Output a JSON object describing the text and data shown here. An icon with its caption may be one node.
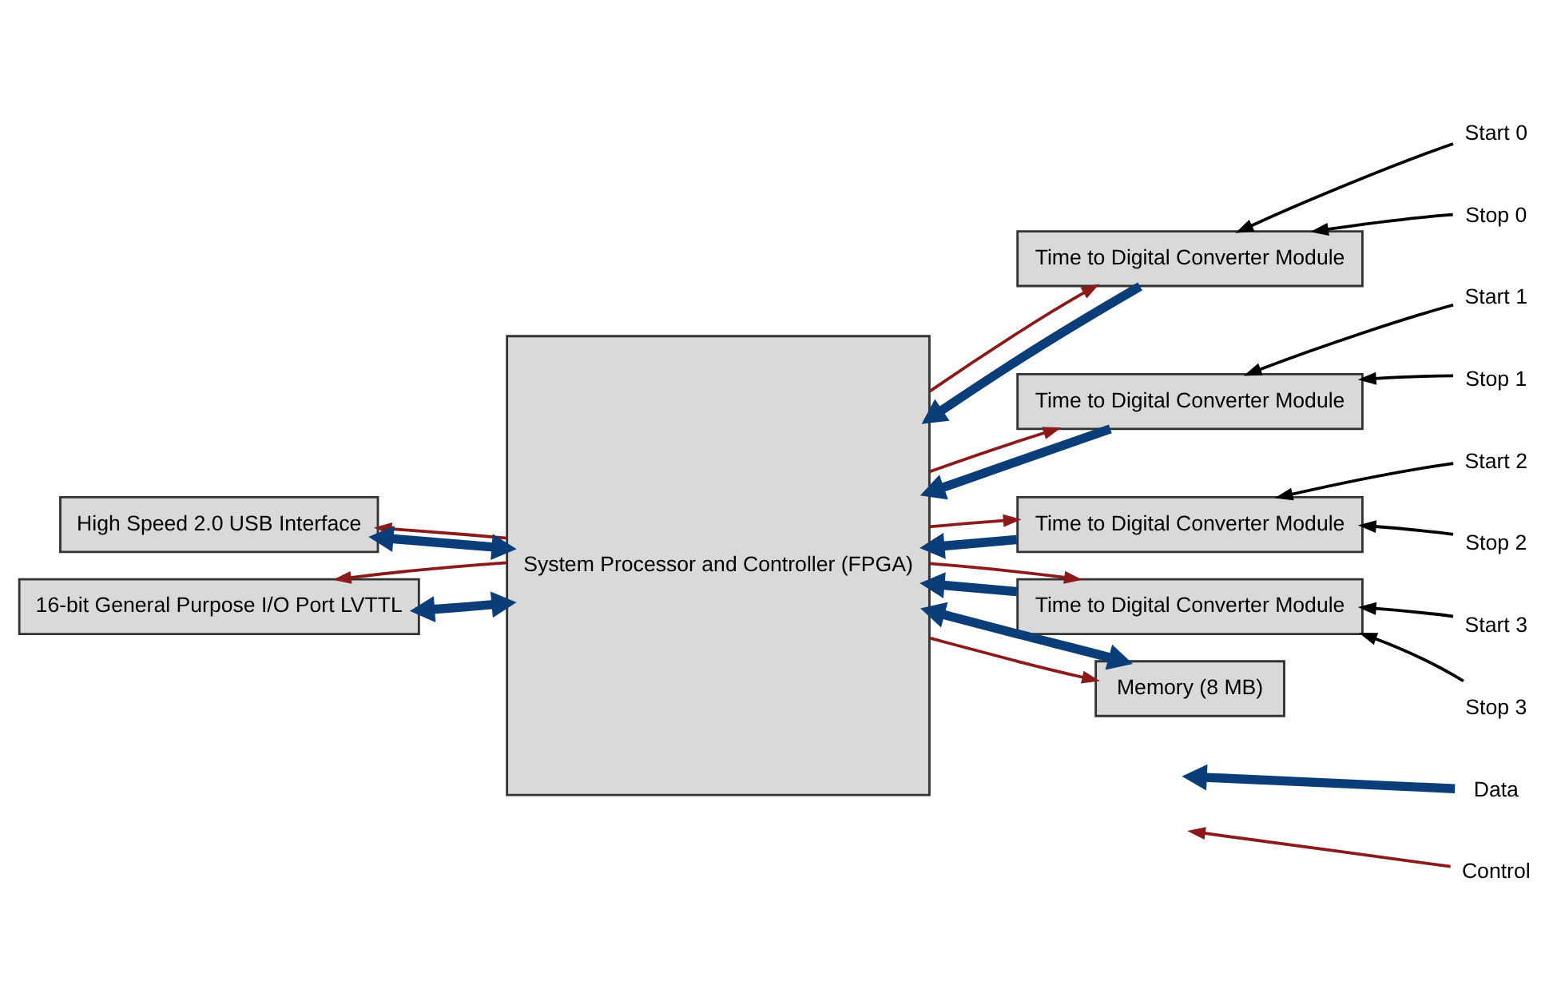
{
  "diagram": {
    "nodes": [
      {
        "text": [
          "System Processor and Controller (FPGA)"
        ]
      },
      {
        "text": [
          "High Speed 2.0 USB Interface"
        ]
      },
      {
        "text": [
          "16-bit General Purpose I/O Port LVTTL"
        ]
      },
      {
        "text": [
          "Time to Digital Converter Module"
        ]
      },
      {
        "text": [
          "Time to Digital Converter Module"
        ]
      },
      {
        "text": [
          "Time to Digital Converter Module"
        ]
      },
      {
        "text": [
          "Time to Digital Converter Module"
        ]
      },
      {
        "text": [
          "Memory (8 MB)"
        ]
      },
      {
        "text": [
          "Start 0"
        ]
      },
      {
        "text": [
          "Stop 0"
        ]
      },
      {
        "text": [
          "Start 1"
        ]
      },
      {
        "text": [
          "Stop 1"
        ]
      },
      {
        "text": [
          "Start 2"
        ]
      },
      {
        "text": [
          "Stop 2"
        ]
      },
      {
        "text": [
          "Start 3"
        ]
      },
      {
        "text": [
          "Stop 3"
        ]
      }
    ],
    "edges": [
      {
        "from": 1,
        "to": 0,
        "arrow": "both",
        "style": "thick",
        "color": "#0b3d79"
      },
      {
        "from": 0,
        "to": 1,
        "arrow": "to",
        "color": "#8b1a1a"
      },
      {
        "from": 2,
        "to": 0,
        "arrow": "both",
        "style": "thick",
        "color": "#0b3d79"
      },
      {
        "from": 0,
        "to": 2,
        "arrow": "to",
        "color": "#8b1a1a"
      },
      {
        "from": 3,
        "to": 0,
        "arrow": "to",
        "style": "thick",
        "color": "#0b3d79"
      },
      {
        "from": 0,
        "to": 3,
        "arrow": "to",
        "color": "#8b1a1a"
      },
      {
        "from": 4,
        "to": 0,
        "arrow": "to",
        "style": "thick",
        "color": "#0b3d79"
      },
      {
        "from": 0,
        "to": 4,
        "arrow": "to",
        "color": "#8b1a1a"
      },
      {
        "from": 5,
        "to": 0,
        "arrow": "to",
        "style": "thick",
        "color": "#0b3d79"
      },
      {
        "from": 0,
        "to": 5,
        "arrow": "to",
        "color": "#8b1a1a"
      },
      {
        "from": 6,
        "to": 0,
        "arrow": "to",
        "style": "thick",
        "color": "#0b3d79"
      },
      {
        "from": 0,
        "to": 6,
        "arrow": "to",
        "color": "#8b1a1a"
      },
      {
        "from": 0,
        "to": 7,
        "arrow": "to",
        "color": "#8b1a1a"
      },
      {
        "from": 0,
        "to": 7,
        "arrow": "both",
        "style": "thick",
        "color": "#0b3d79"
      },
      {
        "from": 8,
        "to": 3,
        "arrow": "to"
      },
      {
        "from": 9,
        "to": 3,
        "arrow": "to"
      },
      {
        "from": 10,
        "to": 4,
        "arrow": "to"
      },
      {
        "from": 11,
        "to": 4,
        "arrow": "to"
      },
      {
        "from": 12,
        "to": 5,
        "arrow": "to"
      },
      {
        "from": 13,
        "to": 5,
        "arrow": "to"
      },
      {
        "from": 14,
        "to": 6,
        "arrow": "to"
      },
      {
        "from": 15,
        "to": 6,
        "arrow": "to"
      }
    ],
    "legend": [
      {
        "text": "Data"
      },
      {
        "text": "Control"
      }
    ]
  }
}
